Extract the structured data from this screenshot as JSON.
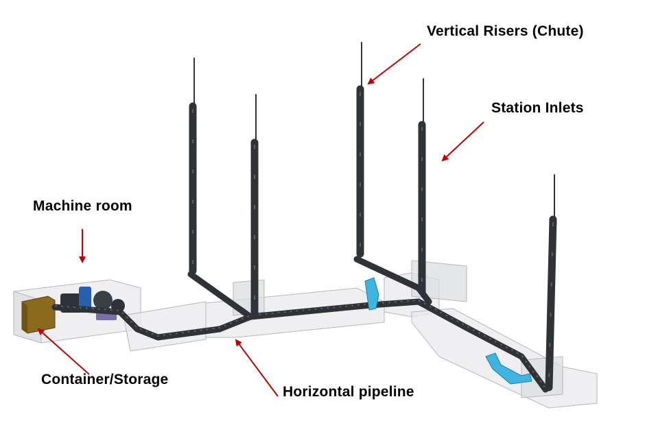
{
  "labels": {
    "vertical_risers": "Vertical Risers (Chute)",
    "station_inlets": "Station Inlets",
    "machine_room": "Machine room",
    "container_storage": "Container/Storage",
    "horizontal_pipeline": "Horizontal pipeline"
  },
  "colors": {
    "arrow": "#c00000",
    "pipe": "#2f3236",
    "pipe_light": "#5a5e64",
    "enclosure_fill": "#e9eaec",
    "enclosure_stroke": "#b5b7bb",
    "container": "#8a6a1c",
    "valve": "#3fb4e0",
    "machine_blue": "#2a5fb0"
  }
}
